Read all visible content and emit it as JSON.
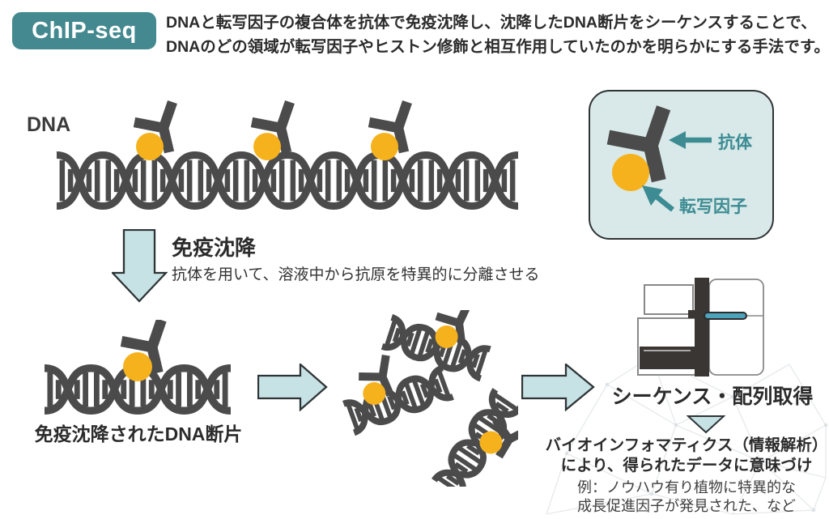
{
  "badge": {
    "label": "ChIP-seq"
  },
  "intro": {
    "line1": "DNAと転写因子の複合体を抗体で免疫沈降し、沈降したDNA断片をシーケンスすることで、",
    "line2": "DNAのどの領域が転写因子やヒストン修飾と相互作用していたのかを明らかにする手法です。"
  },
  "dna": {
    "label": "DNA"
  },
  "legend": {
    "antibody": "抗体",
    "transcription_factor": "転写因子"
  },
  "immunoprecipitation": {
    "title": "免疫沈降",
    "description": "抗体を用いて、溶液中から抗原を特異的に分離させる"
  },
  "precipitated": {
    "label": "免疫沈降されたDNA断片"
  },
  "sequencing": {
    "label": "シーケンス・配列取得"
  },
  "bioinformatics": {
    "line1": "バイオインフォマティクス（情報解析）",
    "line2": "により、得られたデータに意味づけ",
    "example1": "例：ノウハウ有り植物に特異的な",
    "example2": "成長促進因子が発見された、など"
  },
  "colors": {
    "teal": "#3d8c93",
    "badge": "#43898f",
    "arrow_fill": "#c7e2e4",
    "arrow_stroke": "#2e3436",
    "legendbg": "#d9e9e9",
    "dark": "#4b4b4b",
    "yellow": "#f6b21d",
    "machine_dark": "#3a3633",
    "machine_line": "#888888",
    "seq_blue": "#4ea3bc",
    "mesh": "#e3e7ea"
  }
}
